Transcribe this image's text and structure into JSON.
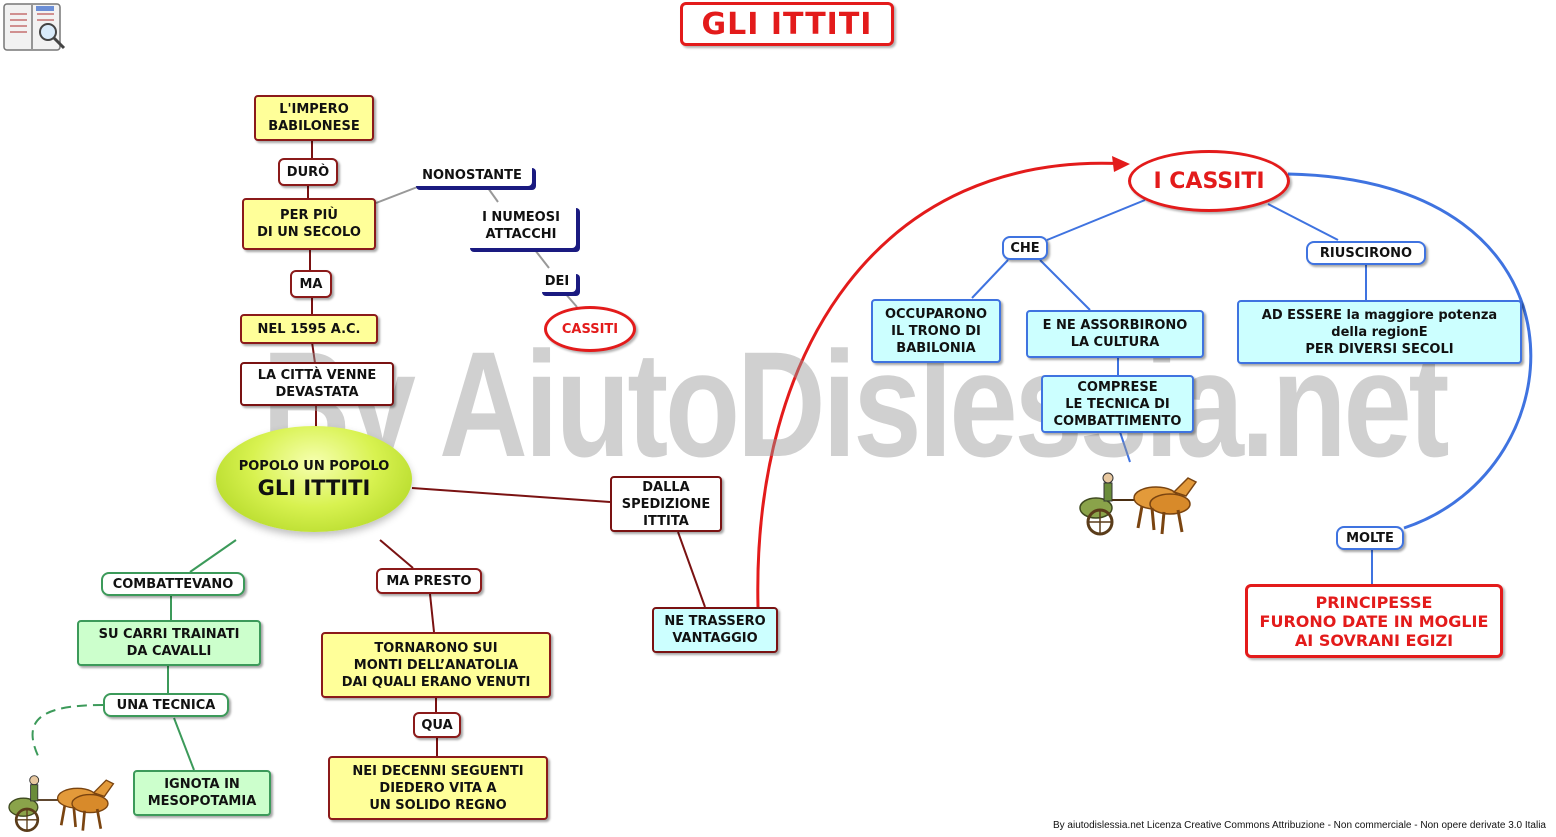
{
  "title": "GLI ITTITI",
  "watermark": "By AiutoDislessia.net",
  "credit": "By aiutodislessia.net Licenza Creative Commons Attribuzione - Non commerciale - Non opere derivate 3.0 Italia",
  "central": {
    "subtitle": "POPOLO UN POPOLO",
    "title": "GLI ITTITI"
  },
  "left_chain": {
    "impero": "L'IMPERO\nBABILONESE",
    "duro": "DURÒ",
    "piu_secolo": "PER PIÙ\nDI UN SECOLO",
    "ma": "MA",
    "nel_1595": "NEL 1595 A.C.",
    "citta": "LA CITTÀ VENNE\nDEVASTATA"
  },
  "nonostante_branch": {
    "nonostante": "NONOSTANTE",
    "attacchi": "I NUMEOSI\nATTACCHI",
    "dei": "DEI",
    "cassiti": "CASSITI"
  },
  "left_lower": {
    "combattevano": "COMBATTEVANO",
    "carri": "SU CARRI TRAINATI\nDA CAVALLI",
    "tecnica": "UNA TECNICA",
    "ignota": "IGNOTA IN\nMESOPOTAMIA"
  },
  "middle": {
    "ma_presto": "MA PRESTO",
    "tornarono": "TORNARONO SUI\nMONTI DELL’ANATOLIA\nDAI QUALI ERANO VENUTI",
    "qua": "QUA",
    "decenni": "NEI DECENNI SEGUENTI\nDIEDERO VITA A\nUN SOLIDO REGNO"
  },
  "spedizione": {
    "dalla": "DALLA\nSPEDIZIONE\nITTITA",
    "vantaggio": "NE TRASSERO\nVANTAGGIO"
  },
  "cassiti_branch": {
    "title": "I CASSITI",
    "che": "CHE",
    "occuparono": "OCCUPARONO\nIL TRONO DI\nBABILONIA",
    "assorbirono": "E NE ASSORBIRONO\nLA CULTURA",
    "comprese": "COMPRESE\nLE TECNICA DI\nCOMBATTIMENTO",
    "riuscirono": "RIUSCIRONO",
    "potenza": "AD ESSERE  la  maggiore  potenza\ndella regionE\nPER DIVERSI SECOLI",
    "molte": "MOLTE",
    "principesse": "PRINCIPESSE\nFURONO DATE IN MOGLIE\nAI SOVRANI EGIZI"
  },
  "icons": [
    "book-magnifier-icon",
    "horse-chariot-icon"
  ],
  "colors": {
    "accent_red": "#e31b1b",
    "link_blue": "#3f73e0",
    "link_darkred": "#7a1212",
    "link_green": "#3c9a5a"
  }
}
